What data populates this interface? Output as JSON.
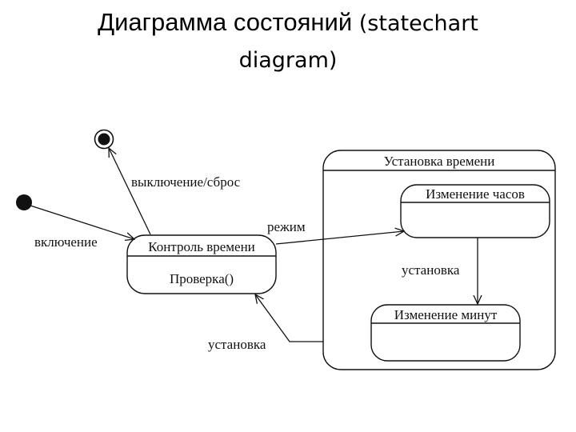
{
  "title": {
    "main": "Диаграмма состояний",
    "sub": "(statechart",
    "sub2": "diagram)"
  },
  "states": {
    "control": {
      "name": "Контроль времени",
      "activity": "Проверка()"
    },
    "time_setting": {
      "name": "Установка времени"
    },
    "change_hours": {
      "name": "Изменение часов"
    },
    "change_minutes": {
      "name": "Изменение минут"
    }
  },
  "transitions": {
    "power_on": "включение",
    "power_off_reset": "выключение/сброс",
    "mode": "режим",
    "set_inner": "установка",
    "set_back": "установка"
  }
}
